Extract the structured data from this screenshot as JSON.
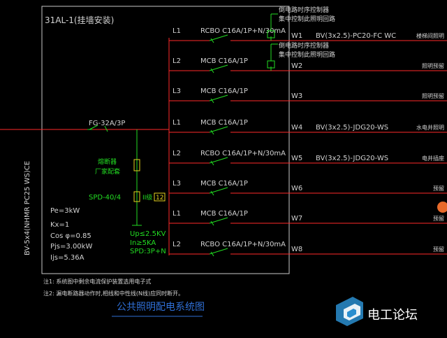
{
  "panel": {
    "title": "31AL-1(挂墙安装)",
    "incoming_cable": "BV-5x4(NHMR PC25 WS)CE",
    "main_breaker": "FG-32A/3P",
    "fuse_label_1": "熔断器",
    "fuse_label_2": "厂家配套",
    "spd": "SPD-40/4",
    "spd_tag": "II级",
    "spd_box": "12",
    "spd_specs": [
      "Up≤2.5KV",
      "In≥5KA",
      "SPD:3P+N"
    ],
    "load": [
      "Pe=3kW",
      "Kx=1",
      "Cos φ=0.85",
      "Pjs=3.00kW",
      "Ijs=5.36A"
    ],
    "controller_labels": [
      "倒电路时序控制器",
      "集中控制此照明回路"
    ]
  },
  "circuits": [
    {
      "phase": "L1",
      "breaker": "RCBO C16A/1P+N/30mA",
      "id": "W1",
      "cable": "BV(3x2.5)-PC20-FC WC",
      "use": "楼梯间照明",
      "controller": true
    },
    {
      "phase": "L2",
      "breaker": "MCB C16A/1P",
      "id": "W2",
      "cable": "",
      "use": "照明预留",
      "controller": true
    },
    {
      "phase": "L3",
      "breaker": "MCB C16A/1P",
      "id": "W3",
      "cable": "",
      "use": "照明预留",
      "controller": false
    },
    {
      "phase": "L1",
      "breaker": "MCB C16A/1P",
      "id": "W4",
      "cable": "BV(3x2.5)-JDG20-WS",
      "use": "水电井照明",
      "controller": false
    },
    {
      "phase": "L2",
      "breaker": "RCBO C16A/1P+N/30mA",
      "id": "W5",
      "cable": "BV(3x2.5)-JDG20-WS",
      "use": "电井插座",
      "controller": false
    },
    {
      "phase": "L3",
      "breaker": "MCB C16A/1P",
      "id": "W6",
      "cable": "",
      "use": "预留",
      "controller": false
    },
    {
      "phase": "L1",
      "breaker": "MCB C16A/1P",
      "id": "W7",
      "cable": "",
      "use": "预留",
      "controller": false
    },
    {
      "phase": "L2",
      "breaker": "RCBO C16A/1P+N/30mA",
      "id": "W8",
      "cable": "",
      "use": "预留",
      "controller": false
    }
  ],
  "notes": [
    "注1: 系统图中剩余电流保护装置选用电子式",
    "注2: 漏电断路器动作时,相线和中性线(N线)应同时断开。"
  ],
  "drawing_title": "公共照明配电系统图",
  "watermark": "电工论坛",
  "colors": {
    "frame": "#c8c8c8",
    "text": "#d2d2d2",
    "red": "#ff2a2a",
    "green": "#22dd22",
    "yellow": "#e6d21e",
    "title": "#2f6fd6",
    "badge": "#e86a2a"
  }
}
